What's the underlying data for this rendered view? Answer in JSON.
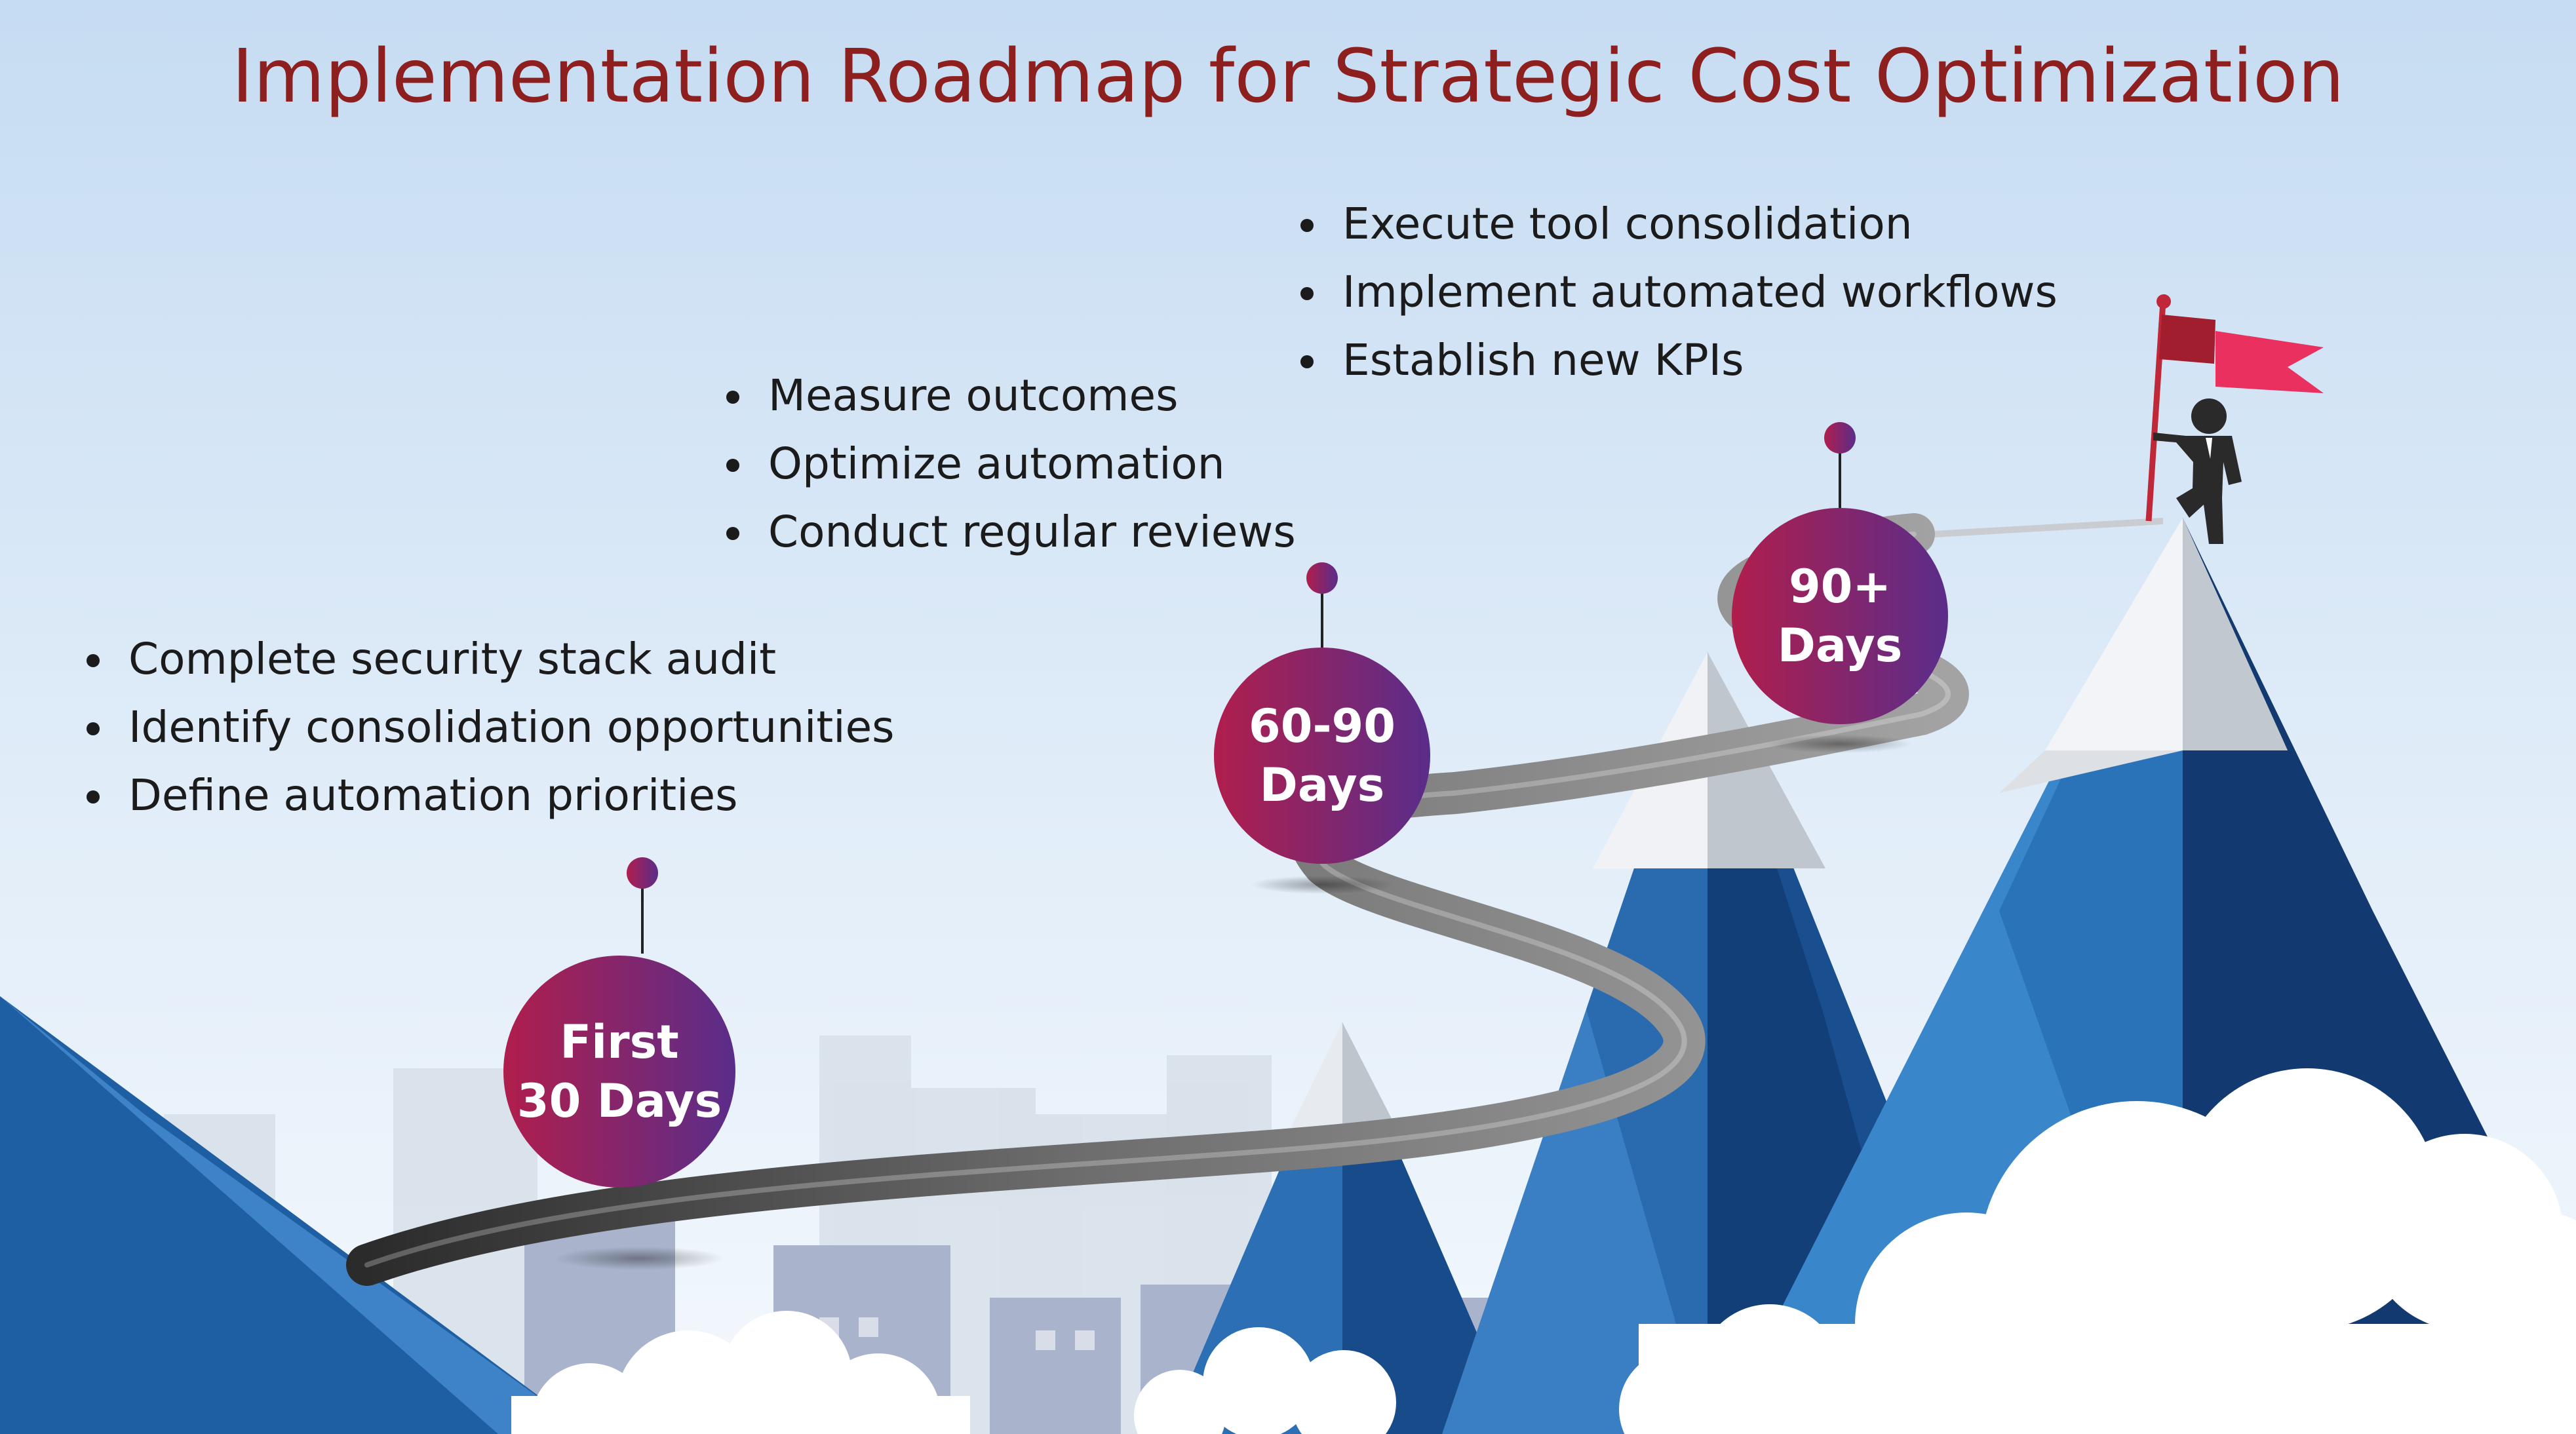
{
  "title": "Implementation Roadmap for Strategic Cost Optimization",
  "colors": {
    "title": "#8e1f1f",
    "stage_gradient_start": "#b01e4c",
    "stage_gradient_end": "#5a2d8a",
    "mountain_light": "#3a7fc4",
    "mountain_dark": "#13407a",
    "flag": "#e9305f"
  },
  "stages": [
    {
      "line1": "First",
      "line2": "30 Days",
      "tasks": [
        "Complete security stack audit",
        "Identify consolidation opportunities",
        "Define automation priorities"
      ]
    },
    {
      "line1": "60-90",
      "line2": "Days",
      "tasks": [
        "Measure outcomes",
        "Optimize automation",
        "Conduct regular reviews"
      ]
    },
    {
      "line1": "90+",
      "line2": "Days",
      "tasks": [
        "Execute tool consolidation",
        "Implement automated workflows",
        "Establish new KPIs"
      ]
    }
  ],
  "icons": [
    "summit-flag-icon",
    "climber-icon",
    "pin-marker-icon",
    "mountain-icon",
    "cloud-icon",
    "city-skyline-icon"
  ]
}
